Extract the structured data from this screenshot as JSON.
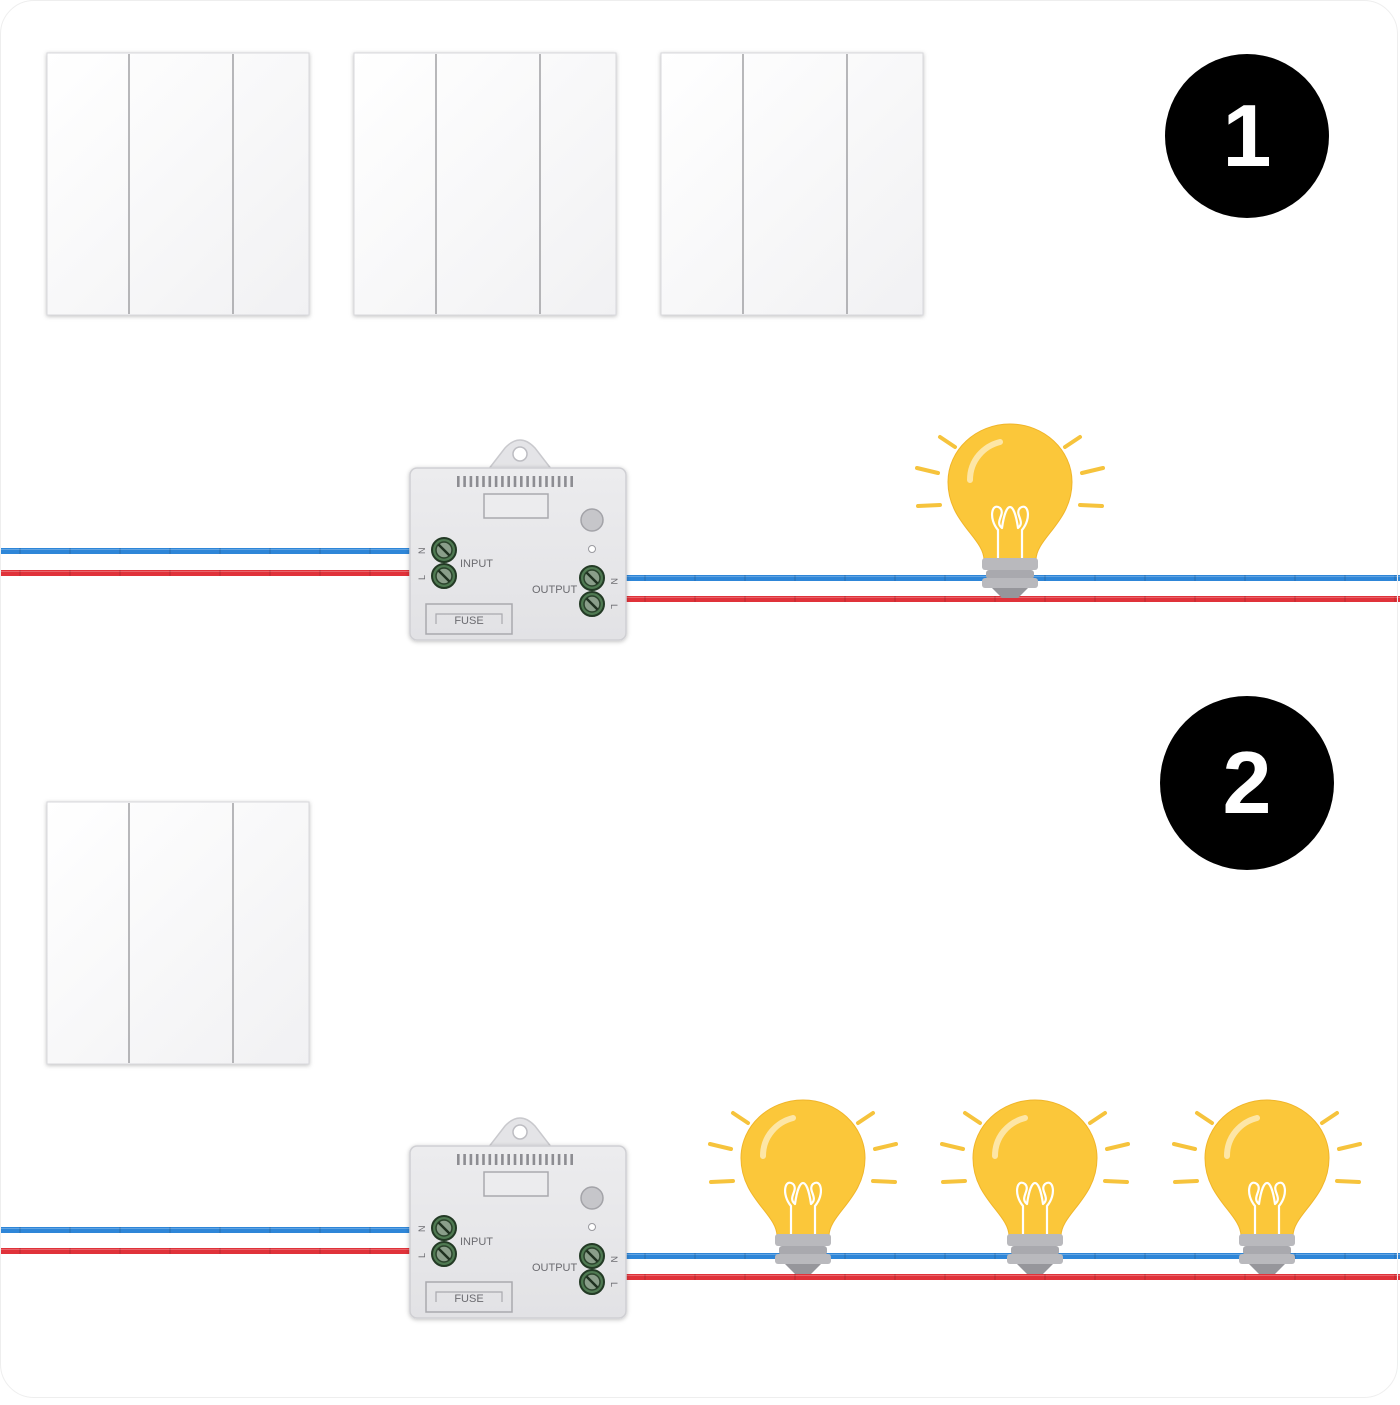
{
  "steps": [
    "1",
    "2"
  ],
  "receiver": {
    "input_label": "INPUT",
    "output_label": "OUTPUT",
    "fuse_label": "FUSE",
    "neutral_label": "N",
    "live_label": "L"
  },
  "scene_1": {
    "switch_panels": 3,
    "bulbs": 1
  },
  "scene_2": {
    "switch_panels": 1,
    "bulbs": 3
  },
  "colors": {
    "neutral_wire": "#2e86d8",
    "live_wire": "#e0323a",
    "bulb_glass": "#fbc73a",
    "bulb_rays": "#f6c33c",
    "bulb_base": "#b9b9bd",
    "receiver_body": "#e8e8ea",
    "terminal": "#4f7a52",
    "badge": "#000000"
  }
}
